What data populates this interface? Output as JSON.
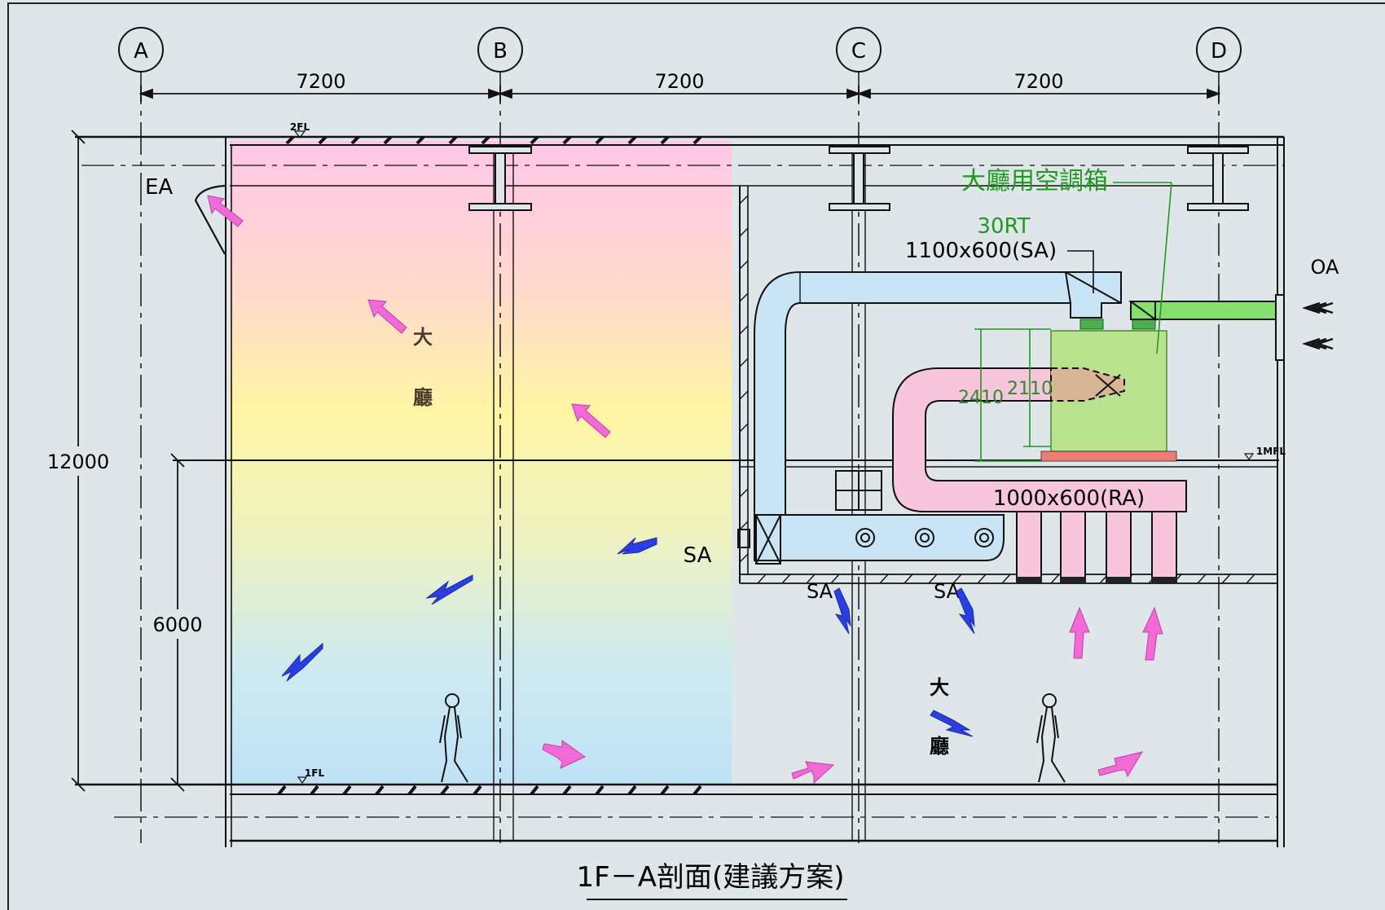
{
  "grid": {
    "axes": [
      "A",
      "B",
      "C",
      "D"
    ],
    "spans": [
      "7200",
      "7200",
      "7200"
    ]
  },
  "levels": {
    "total_height": "12000",
    "lower_height": "6000",
    "floor_2f": "2FL",
    "floor_1f": "1FL",
    "floor_1mfl": "1MFL"
  },
  "airflow": {
    "exhaust": "EA",
    "outdoor": "OA",
    "supply": "SA",
    "supply_left": "SA",
    "supply_mid": "SA",
    "supply_right": "SA"
  },
  "equipment": {
    "ahu_name": "大廳用空調箱",
    "ahu_capacity": "30RT",
    "sa_duct_size": "1100x600(SA)",
    "ra_duct_size": "1000x600(RA)",
    "height_outer": "2410",
    "height_inner": "2110"
  },
  "spaces": {
    "hall_left_line1": "大",
    "hall_left_line2": "廳",
    "hall_right_line1": "大",
    "hall_right_line2": "廳"
  },
  "title": "1F－A剖面(建議方案)",
  "colors": {
    "background": "#dfe6ea",
    "supply_duct": "#c8e4f5",
    "return_duct": "#f8c6dc",
    "ahu_box": "#b9e28f",
    "fresh_air_duct": "#86e06e",
    "cool_arrow": "#2b3fe0",
    "warm_arrow": "#f26ad6",
    "annotation_green": "#1f9a1f"
  }
}
